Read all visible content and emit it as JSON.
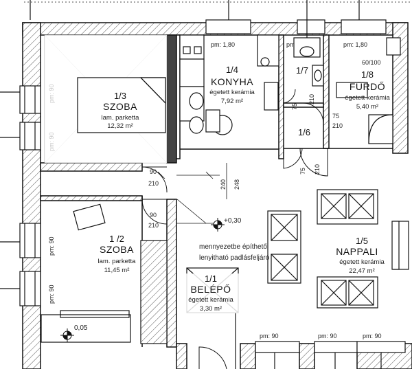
{
  "rooms": {
    "r13": {
      "num": "1/3",
      "name": "SZOBA",
      "floor": "lam. parketta",
      "area": "12,32 m²"
    },
    "r14": {
      "num": "1/4",
      "name": "KONYHA",
      "floor": "égetett kerámia",
      "area": "7,92 m²"
    },
    "r17": {
      "num": "1/7"
    },
    "r18": {
      "num": "1/8",
      "name": "FÜRDŐ",
      "floor": "égetett kerámia",
      "area": "5,40 m²"
    },
    "r16": {
      "num": "1/6"
    },
    "r12": {
      "num": "1 /2",
      "name": "SZOBA",
      "floor": "lam. parketta",
      "area": "11,45 m²"
    },
    "r11": {
      "num": "1/1",
      "name": "BELÉPŐ",
      "floor": "égetett kerámia",
      "area": "3,30 m²"
    },
    "r15": {
      "num": "1/5",
      "name": "NAPPALI",
      "floor": "égetett kerámia",
      "area": "22,47 m²"
    }
  },
  "dims": {
    "pm90": "pm: 90",
    "pm180": "pm: 1,80",
    "pm90b": "pm: 90",
    "d90": "90",
    "d210": "210",
    "d75": "75",
    "d240": "240",
    "d248": "248",
    "d60_100": "60/100"
  },
  "notes": {
    "level": "+0,30",
    "level2": "0,05",
    "hatch_line1": "mennyezetbe építhető",
    "hatch_line2": "lenyitható padlásfeljáró"
  }
}
